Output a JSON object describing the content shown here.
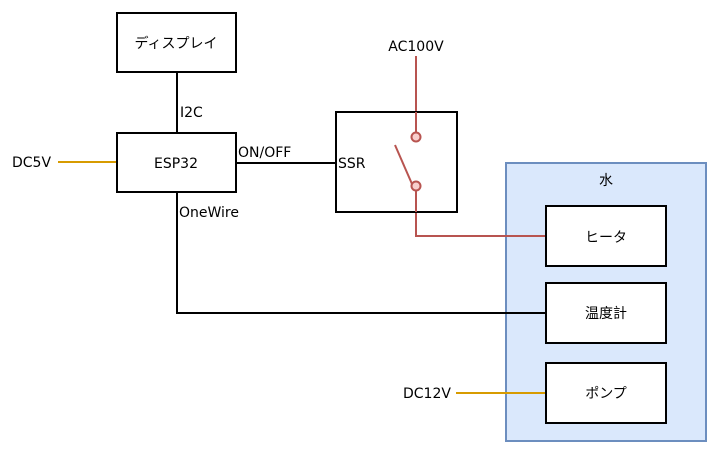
{
  "blocks": {
    "display": "ディスプレイ",
    "esp32": "ESP32",
    "ssr": "SSR",
    "water": "水",
    "heater": "ヒータ",
    "thermometer": "温度計",
    "pump": "ポンプ"
  },
  "labels": {
    "i2c": "I2C",
    "onoff": "ON/OFF",
    "onewire": "OneWire",
    "dc5v": "DC5V",
    "ac100v": "AC100V",
    "dc12v": "DC12V"
  },
  "colors": {
    "power_line": "#d79b00",
    "ac_line": "#b85450",
    "signal_line": "#000000",
    "water_fill": "#dae8fc",
    "water_stroke": "#6c8ebf"
  }
}
